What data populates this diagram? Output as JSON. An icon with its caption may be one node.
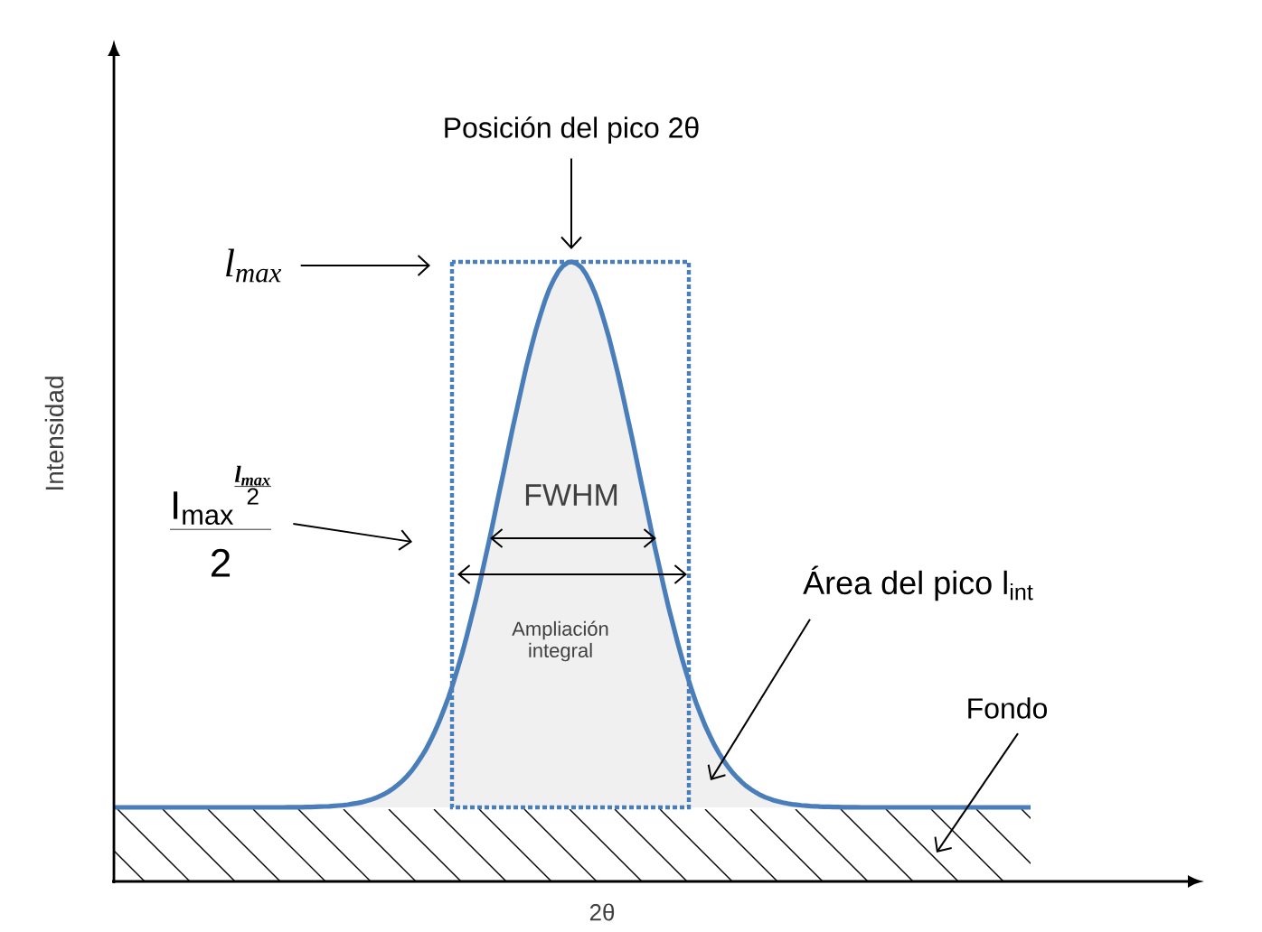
{
  "diagram": {
    "nodes": [
      {
        "text": [
          "Posición del pico 2θ"
        ]
      },
      {
        "text": [
          "l$_{max}$"
        ]
      },
      {
        "text": [
          "I$_{max}$",
          "l$_{max}$",
          "2",
          "2"
        ]
      },
      {
        "text": [
          "Área del pico l$_{int}$"
        ]
      },
      {
        "text": [
          "Fondo"
        ]
      }
    ],
    "edges": [
      {
        "from": 0,
        "to": null,
        "arrow": "to"
      },
      {
        "from": 1,
        "to": null,
        "arrow": "to"
      },
      {
        "from": 2,
        "to": null,
        "arrow": "to"
      },
      {
        "from": 3,
        "to": null,
        "arrow": "to"
      },
      {
        "from": 4,
        "to": null,
        "arrow": "to"
      }
    ],
    "labels": [
      "FWHM",
      "Ampliación integral",
      "Intensidad",
      "2θ"
    ]
  }
}
